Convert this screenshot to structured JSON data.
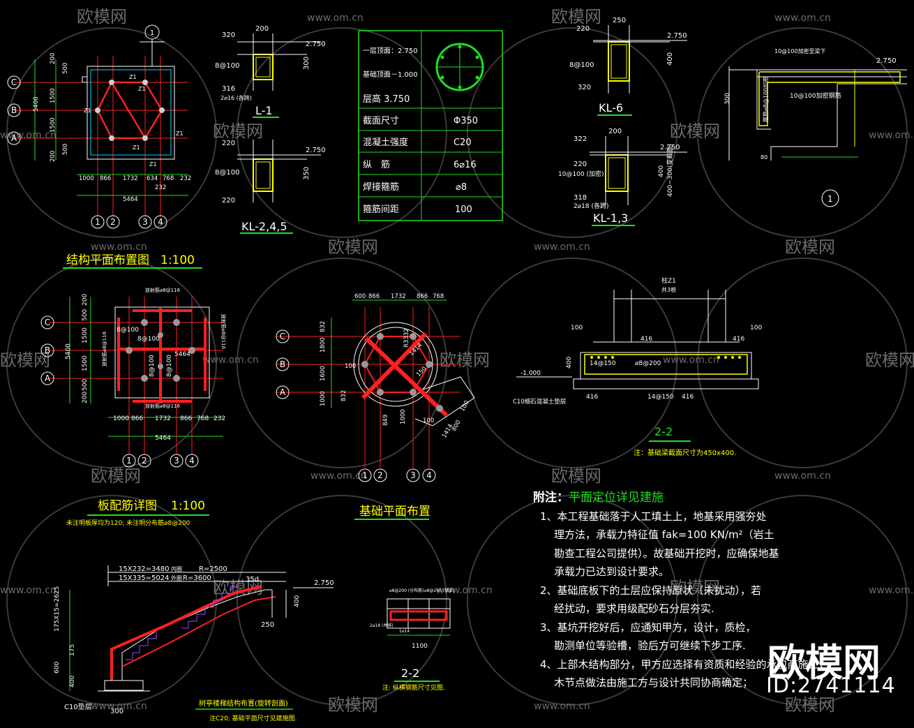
{
  "watermark": {
    "brand": "欧模网",
    "site": "www.om.cn",
    "big": "欧模网",
    "id": "ID:2741114"
  },
  "plan_structure": {
    "title": "结构平面布置图",
    "scale": "1:100",
    "axes_rows": [
      "C",
      "B",
      "A"
    ],
    "axes_cols": [
      "1",
      "2",
      "3",
      "4"
    ],
    "dims_bottom": [
      "1000",
      "866",
      "1732",
      "634",
      "768",
      "232"
    ],
    "dims_extra": "232",
    "total": "5464",
    "dims_left": [
      "200",
      "500",
      "1500",
      "1500",
      "500",
      "200"
    ],
    "total_left": "5400",
    "col_label": "Z1",
    "callout": "1"
  },
  "section_L1": {
    "title": "L-1",
    "top": "200",
    "level": "2.750",
    "left1": "320",
    "stir": "8@100",
    "left2": "316",
    "left3": "2⌀16 (各跨)",
    "height": "300"
  },
  "section_KL245": {
    "title": "KL-2,4,5",
    "top_l": "220",
    "level": "2.750",
    "stir": "8@100",
    "bot": "220",
    "height": "350"
  },
  "column_table": {
    "rows": [
      {
        "label": "一层顶面：2.750",
        "value": ""
      },
      {
        "label": "基础顶面－1.000",
        "value": ""
      },
      {
        "label": "层高 3.750",
        "value": ""
      },
      {
        "label": "截面尺寸",
        "value": "Φ350"
      },
      {
        "label": "混凝土强度",
        "value": "C20"
      },
      {
        "label": "纵　筋",
        "value": "6⌀16"
      },
      {
        "label": "焊接箍筋",
        "value": "⌀8"
      },
      {
        "label": "箍筋间距",
        "value": "100"
      }
    ]
  },
  "section_KL6": {
    "title": "KL-6",
    "top": "250",
    "level": "2.750",
    "left1": "220",
    "stir": "8@100",
    "bot": "320",
    "height": "400"
  },
  "section_KL13": {
    "title": "KL-1,3",
    "top": "200",
    "level": "2.750",
    "l1": "322",
    "l2": "220",
    "stir": "10@100 (加密)",
    "l3": "318",
    "l4": "2⌀18 (各跨)",
    "height": "400~300(变截面)",
    "h2": "400"
  },
  "detail_1": {
    "level": "2.750",
    "top_note": "10@100加密至梁下",
    "inner": "10@100加密钢筋",
    "side": "箍筋⌀8@100加密",
    "height": "300",
    "bot": "80",
    "callout": "1"
  },
  "plan_slab": {
    "title": "板配筋详图",
    "scale": "1:100",
    "note": "未注明板厚均为120; 未注明分布筋⌀8@200",
    "top_label": "放射筋⌀8@116",
    "left_label": "放射筋⌀8@116",
    "right_label": "放射筋⌀8@116",
    "bottom_label": "放射筋⌀8@116",
    "rebar": [
      "8@100",
      "8@100",
      "8@100",
      "8@100"
    ],
    "inner_dim": "5464",
    "dims_bottom": [
      "1000",
      "866",
      "1732",
      "866",
      "768",
      "232"
    ],
    "total": "5464",
    "dims_left": [
      "200",
      "500",
      "1500",
      "1500",
      "500",
      "200"
    ],
    "total_left": "5400",
    "axes_rows": [
      "C",
      "B",
      "A"
    ],
    "axes_cols": [
      "1",
      "2",
      "3",
      "4"
    ]
  },
  "plan_foundation": {
    "title": "基础平面布置",
    "dims_top": [
      "600",
      "866",
      "1732",
      "866",
      "768"
    ],
    "dims_left": [
      "832",
      "1800",
      "1600",
      "1000",
      "832"
    ],
    "labels": [
      "R3332",
      "100",
      "849",
      "1000",
      "100",
      "1414",
      "800",
      "100"
    ],
    "diag": [
      "1414",
      "150"
    ],
    "axes_rows": [
      "C",
      "B",
      "A"
    ],
    "axes_cols": [
      "1",
      "2",
      "3",
      "4"
    ]
  },
  "section_22_footing": {
    "title": "2-2",
    "note": "注：基础梁截面尺寸为450x400.",
    "col_label": "柱Z1",
    "col_sub": "共3根",
    "level": "-1.000",
    "d100a": "100",
    "d100b": "100",
    "d416": [
      "416",
      "416",
      "416",
      "416"
    ],
    "bars": [
      "14@150",
      "⌀8@200",
      "14@150"
    ],
    "h": "400",
    "base": "C10细石混凝土垫层"
  },
  "stair": {
    "title": "树亭楼梯结构布置(旋转剖面)",
    "note": "注C20; 基础平面尺寸见建施图.",
    "l1": "15X232=3480",
    "l1b": "内圈",
    "r1": "R=2500",
    "l2": "15X335=5024",
    "l2b": "外圈",
    "r2": "R=3600",
    "d35": "35d",
    "level": "2.750",
    "h400": "400",
    "h250": "250",
    "left_h": "175X15=2625",
    "h175": "175",
    "h600": "600",
    "h400b": "400",
    "bot": "C10垫层",
    "w": "300"
  },
  "section_22_small": {
    "title": "2-2",
    "note": "注: 纵横钢筋尺寸见图.",
    "top1": "⌀8@200 (分布筋)",
    "top2": "⌀8@200 (梯梁)",
    "left": "2⌀18 (并排)",
    "bot": "1⌀14",
    "w": "1100"
  },
  "notes": {
    "heading_prefix": "附注：",
    "heading": "平面定位详见建施",
    "lines": [
      "1、本工程基础落于人工填土上，地基采用强夯处",
      "理方法，承载力特征值 fak=100  KN/m²（岩土",
      "勘查工程公司提供）。故基础开挖时，应确保地基",
      "承载力已达到设计要求。",
      "2、基础底板下的土层应保持原状（未扰动），若",
      "经扰动，要求用级配砂石分层夯实.",
      "3、基坑开挖好后，应通知甲方，设计，质检，",
      "勘测单位等验槽，验后方可继续下步工序.",
      "4、上部木结构部分，甲方应选择有资质和经验的承包商施工，",
      "木节点做法由施工方与设计共同协商确定；"
    ]
  },
  "colors": {
    "background": "#000000",
    "line": "#ffffff",
    "axis": "#ff2020",
    "green": "#1ee01e",
    "yellow": "#ffff00",
    "cyan": "#00d8ff",
    "red": "#ff2020",
    "watermark": "#6a6a6a"
  }
}
